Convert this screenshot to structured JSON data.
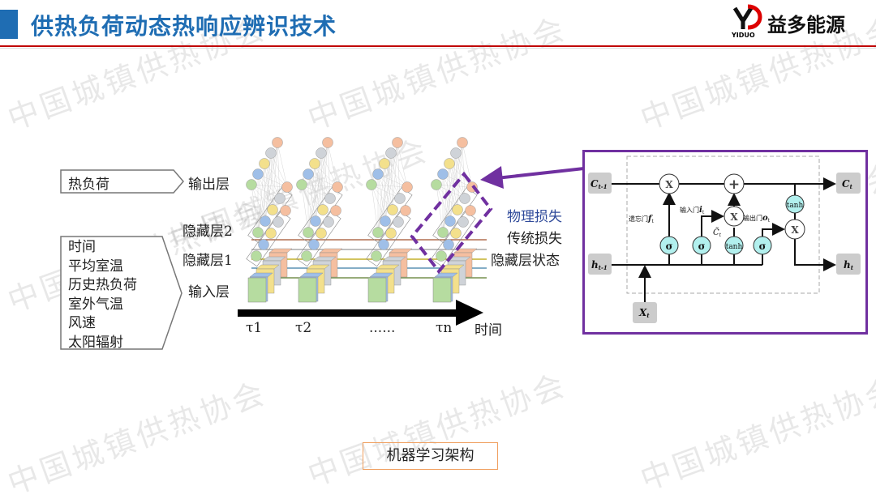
{
  "header": {
    "title": "供热负荷动态热响应辨识技术",
    "logo_brand": "YIDUO",
    "logo_text": "益多能源"
  },
  "watermark": "中国城镇供热协会",
  "colors": {
    "title_blue": "#1f6db3",
    "accent_red": "#c00000",
    "purple": "#7030a0",
    "physics_blue": "#2f4a9a",
    "caption_border": "#f0a060",
    "cell_cyan": "#b2f0ee"
  },
  "diagram": {
    "output_box": "热负荷",
    "inputs": [
      "时间",
      "平均室温",
      "历史热负荷",
      "室外气温",
      "风速",
      "太阳辐射"
    ],
    "layers": {
      "output": "输出层",
      "hidden2": "隐藏层2",
      "hidden1": "隐藏层1",
      "input": "输入层"
    },
    "losses": {
      "physics": "物理损失",
      "traditional": "传统损失",
      "hidden_state": "隐藏层状态"
    },
    "time_steps": [
      "τ1",
      "τ2",
      "......",
      "τn"
    ],
    "time_label": "时间"
  },
  "lstm": {
    "c_prev": "C",
    "c_prev_sub": "t-1",
    "c_out": "C",
    "c_out_sub": "t",
    "h_prev": "h",
    "h_prev_sub": "t-1",
    "h_out": "h",
    "h_out_sub": "t",
    "x_in": "X",
    "x_in_sub": "t",
    "forget_gate": "遗忘门",
    "forget_sym": "f",
    "input_gate": "输入门",
    "input_sym": "i",
    "output_gate": "输出门",
    "output_sym": "o",
    "sub_t": "t",
    "c_tilde": "C̃",
    "sigma": "σ",
    "tanh": "tanh",
    "mult": "X",
    "plus": "+"
  },
  "caption": "机器学习架构"
}
